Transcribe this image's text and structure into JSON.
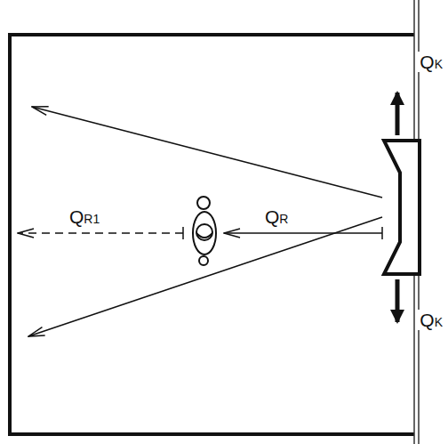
{
  "diagram": {
    "labels": [
      "QK",
      "QK",
      "QR",
      "QR1"
    ]
  }
}
